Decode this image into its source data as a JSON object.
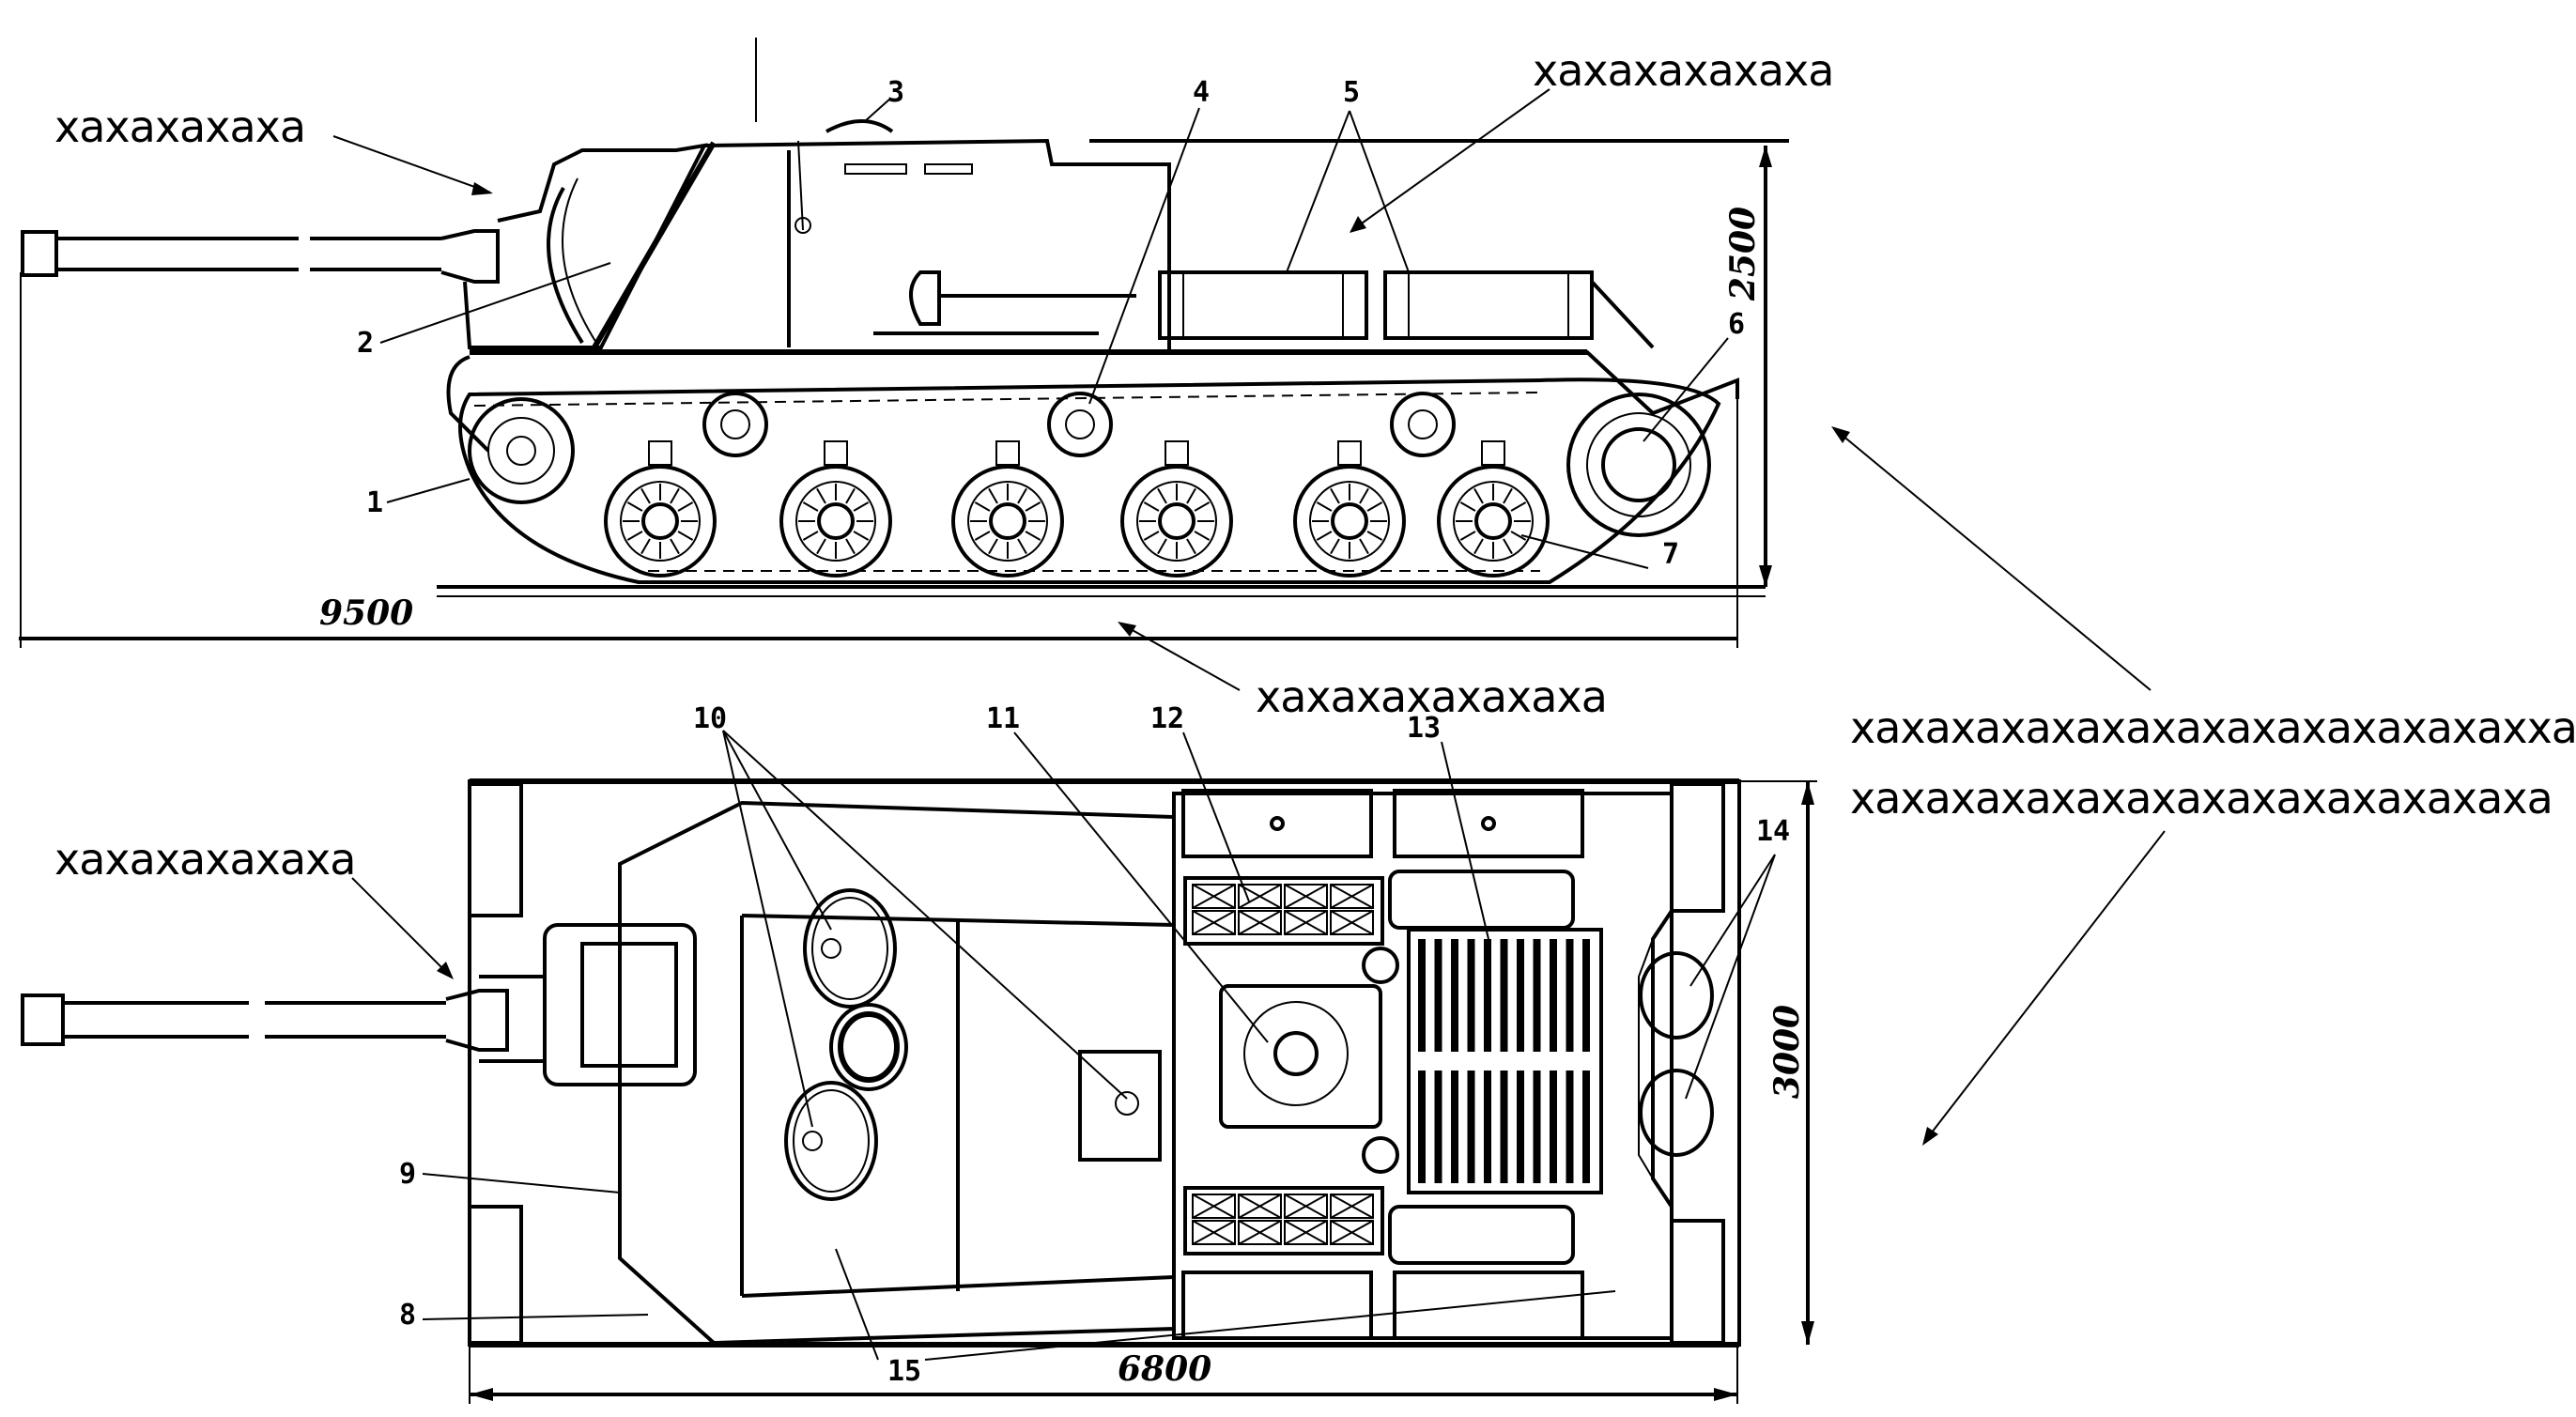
{
  "annotations": {
    "gun_side": "xaxaxaxaxa",
    "tanks_side": "xaxaxaxaxaxa",
    "ground_length": "xaxaxaxaxaxaxa",
    "side_right_line1": "xaxaxaxaxaxaxaxaxaxaxaxaxaxxax",
    "side_right_line2": "xaxaxaxaxaxaxaxaxaxaxaxaxaxa",
    "gun_top": "xaxaxaxaxaxa"
  },
  "callouts": {
    "c1": "1",
    "c2": "2",
    "c3": "3",
    "c4": "4",
    "c5": "5",
    "c6": "6",
    "c7": "7",
    "c8": "8",
    "c9": "9",
    "c10": "10",
    "c11": "11",
    "c12": "12",
    "c13": "13",
    "c14": "14",
    "c15": "15"
  },
  "dimensions": {
    "overall_length": "9500",
    "height": "2500",
    "hull_length": "6800",
    "width": "3000"
  },
  "colors": {
    "ink": "#000000",
    "paper": "#ffffff"
  }
}
